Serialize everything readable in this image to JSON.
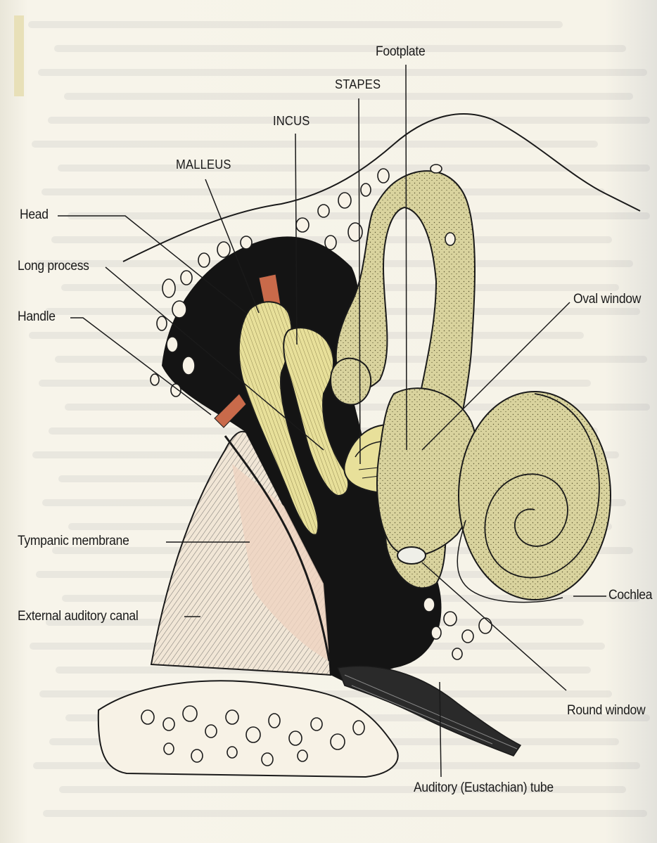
{
  "labels": {
    "footplate": "Footplate",
    "stapes": "STAPES",
    "incus": "INCUS",
    "malleus": "MALLEUS",
    "head": "Head",
    "long_process": "Long process",
    "handle": "Handle",
    "oval_window": "Oval window",
    "tympanic_membrane": "Tympanic membrane",
    "external_auditory_canal": "External auditory canal",
    "cochlea": "Cochlea",
    "round_window": "Round window",
    "auditory_tube": "Auditory (Eustachian) tube"
  },
  "colors": {
    "bone_yellow": "#e8e09a",
    "inner_ear_tan": "#d9d39e",
    "cavity_black": "#141414",
    "ligament_red": "#c96a4a",
    "canal_pink": "#efd3c1",
    "ink": "#1a1a1a"
  }
}
